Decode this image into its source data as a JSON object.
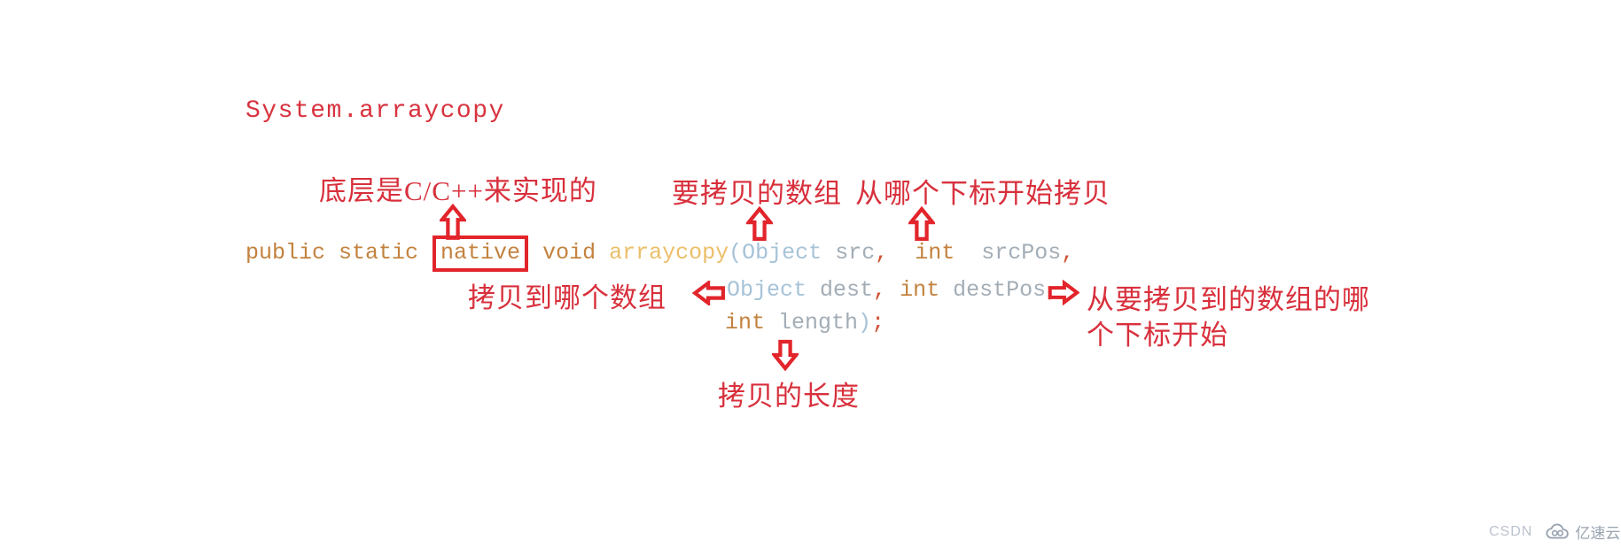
{
  "title": "System.arraycopy",
  "annotations": {
    "native_impl": "底层是C/C++来实现的",
    "src_array": "要拷贝的数组",
    "src_pos": "从哪个下标开始拷贝",
    "dest_array": "拷贝到哪个数组",
    "dest_pos_line1": "从要拷贝到的数组的哪",
    "dest_pos_line2": "个下标开始",
    "length": "拷贝的长度"
  },
  "code": {
    "line1": [
      {
        "t": "public static ",
        "c": "kw",
        "n": "token-public-static"
      },
      {
        "t": "native",
        "c": "kw",
        "boxed": true,
        "n": "token-native"
      },
      {
        "t": " ",
        "c": "kw",
        "n": "token-space"
      },
      {
        "t": "void",
        "c": "kw",
        "n": "token-void"
      },
      {
        "t": " ",
        "c": "kw",
        "n": "token-space"
      },
      {
        "t": "arraycopy",
        "c": "fn",
        "n": "token-arraycopy"
      },
      {
        "t": "(",
        "c": "type",
        "n": "token-open-paren"
      },
      {
        "t": "Object",
        "c": "type",
        "n": "token-object-type-src"
      },
      {
        "t": " ",
        "c": "var",
        "n": "token-space"
      },
      {
        "t": "src",
        "c": "var",
        "n": "token-src"
      },
      {
        "t": ",",
        "c": "punct",
        "n": "token-comma"
      },
      {
        "t": "  ",
        "c": "var",
        "n": "token-space"
      },
      {
        "t": "int",
        "c": "kw",
        "n": "token-int-srcpos"
      },
      {
        "t": "  ",
        "c": "var",
        "n": "token-space"
      },
      {
        "t": "srcPos",
        "c": "var",
        "n": "token-srcpos"
      },
      {
        "t": ",",
        "c": "punct",
        "n": "token-comma"
      }
    ],
    "line2": [
      {
        "t": "Object",
        "c": "type",
        "n": "token-object-type-dest"
      },
      {
        "t": " ",
        "c": "var",
        "n": "token-space"
      },
      {
        "t": "dest",
        "c": "var",
        "n": "token-dest"
      },
      {
        "t": ",",
        "c": "punct",
        "n": "token-comma"
      },
      {
        "t": " ",
        "c": "var",
        "n": "token-space"
      },
      {
        "t": "int",
        "c": "kw",
        "n": "token-int-destpos"
      },
      {
        "t": " ",
        "c": "var",
        "n": "token-space"
      },
      {
        "t": "destPos",
        "c": "var",
        "n": "token-destpos"
      },
      {
        "t": ",",
        "c": "punct",
        "n": "token-comma"
      }
    ],
    "line3": [
      {
        "t": "int",
        "c": "kw",
        "n": "token-int-length"
      },
      {
        "t": " ",
        "c": "var",
        "n": "token-space"
      },
      {
        "t": "length",
        "c": "var",
        "n": "token-length"
      },
      {
        "t": ")",
        "c": "type",
        "n": "token-close-paren"
      },
      {
        "t": ";",
        "c": "punct",
        "n": "token-semicolon"
      }
    ]
  },
  "watermark": {
    "csdn": "CSDN",
    "brand": "亿速云"
  },
  "colors": {
    "annotation_red": "#d8303c",
    "arrow_red": "#e2242b",
    "box_red": "#e2242b",
    "keyword_orange": "#c3823e",
    "method_gold": "#ecbe68",
    "type_bluegray": "#a6c3d8",
    "variable_gray": "#a3adb6",
    "punctuation_orange": "#cf5134",
    "watermark_gray": "#b9c0cc",
    "background": "#ffffff"
  }
}
